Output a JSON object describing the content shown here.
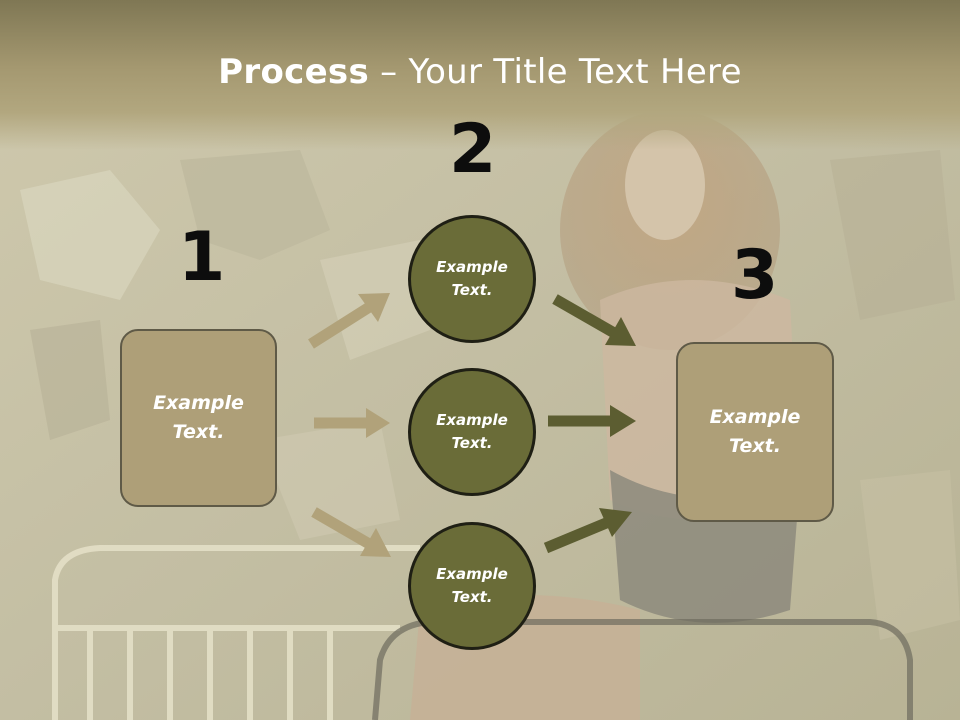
{
  "title": {
    "bold": "Process",
    "rest": " – Your Title Text Here"
  },
  "steps": [
    {
      "number": "1",
      "label": "Example Text."
    },
    {
      "number": "2",
      "labels": [
        "Example Text.",
        "Example Text.",
        "Example Text."
      ]
    },
    {
      "number": "3",
      "label": "Example Text."
    }
  ],
  "colors": {
    "tan_box": "#ae9f78",
    "olive_circle": "#6a6c38",
    "tan_arrow": "#b1a27a",
    "olive_arrow": "#5c5d31"
  }
}
